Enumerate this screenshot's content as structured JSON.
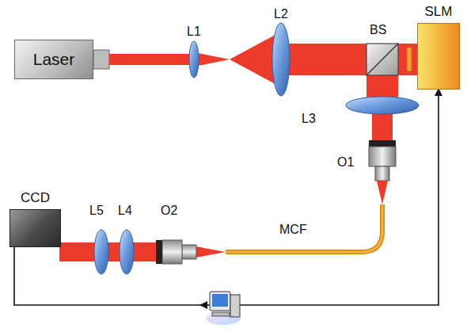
{
  "diagram": {
    "nodes": [
      {
        "text": [
          "Laser"
        ]
      },
      {
        "text": [
          "SLM"
        ]
      },
      {
        "text": [
          "CCD"
        ]
      }
    ],
    "edges": [
      {
        "from": 2,
        "to": 1,
        "arrow": "to"
      }
    ],
    "labels": [
      "L1",
      "L2",
      "BS",
      "L3",
      "O1",
      "MCF",
      "L5",
      "L4",
      "O2"
    ]
  }
}
